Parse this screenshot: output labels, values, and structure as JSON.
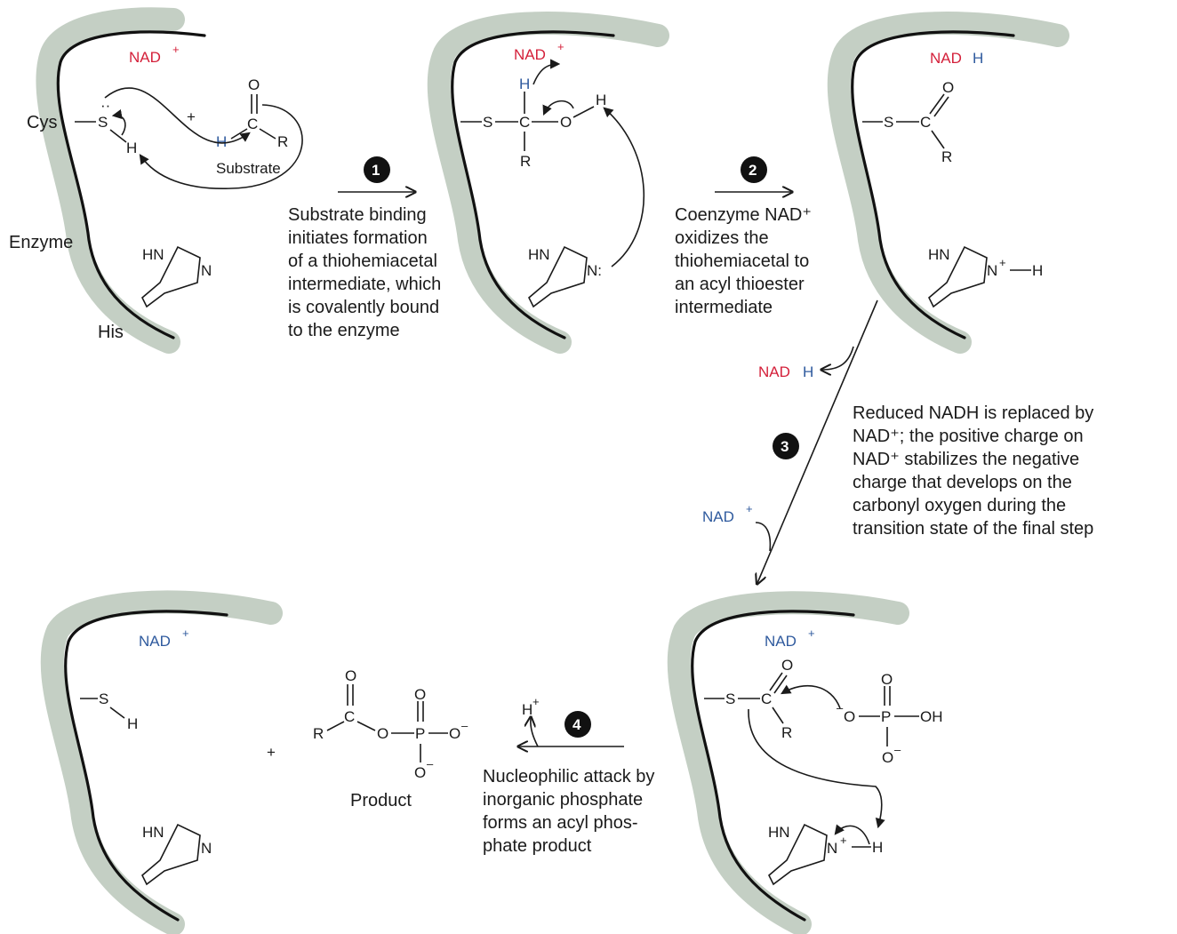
{
  "panel1": {
    "coenzyme": "NAD",
    "charge": "+",
    "cys_label": "Cys",
    "enzyme_label": "Enzyme",
    "his_label": "His",
    "substrate_label": "Substrate",
    "plus": "+",
    "atoms": {
      "S": "S",
      "H": "H",
      "O": "O",
      "C": "C",
      "R": "R",
      "Hsub": "H",
      "HN": "HN",
      "N": "N"
    }
  },
  "panel2": {
    "coenzyme": "NAD",
    "charge": "+",
    "atoms": {
      "S": "S",
      "C": "C",
      "O": "O",
      "H_top": "H",
      "H_oh": "H",
      "R": "R",
      "HN": "HN",
      "N": "N:"
    }
  },
  "panel3": {
    "coenzyme_nad": "NAD",
    "coenzyme_h": "H",
    "atoms": {
      "S": "S",
      "C": "C",
      "O": "O",
      "R": "R",
      "HN": "HN",
      "N": "N",
      "charge": "+",
      "H": "H"
    }
  },
  "panel4": {
    "coenzyme": "NAD",
    "charge": "+",
    "atoms": {
      "S": "S",
      "C": "C",
      "O": "O",
      "R": "R",
      "HN": "HN",
      "N": "N",
      "charge_n": "+",
      "H": "H",
      "phosphate_O_minus": "O",
      "P": "P",
      "OH": "OH",
      "O_bottom": "O",
      "minus": "–"
    }
  },
  "panel5": {
    "coenzyme": "NAD",
    "charge": "+",
    "atoms": {
      "S": "S",
      "H": "H",
      "HN": "HN",
      "N": "N"
    }
  },
  "product": {
    "label": "Product",
    "plus": "+",
    "atoms": {
      "O_carbonyl": "O",
      "C": "C",
      "R": "R",
      "O_bridge": "O",
      "P": "P",
      "O_top": "O",
      "O_right": "O",
      "O_bottom": "O",
      "minus": "–"
    }
  },
  "steps": [
    {
      "number": "1",
      "lines": [
        "Substrate binding",
        "initiates formation",
        "of a thiohemiacetal",
        "intermediate, which",
        "is covalently bound",
        "to the enzyme"
      ]
    },
    {
      "number": "2",
      "lines": [
        "Coenzyme NAD⁺",
        "oxidizes the",
        "thiohemiacetal to",
        "an acyl thioester",
        "intermediate"
      ]
    },
    {
      "number": "3",
      "lines": [
        "Reduced NADH is replaced by",
        "NAD⁺; the positive charge on",
        "NAD⁺ stabilizes the negative",
        "charge that develops on the",
        "carbonyl oxygen during the",
        "transition state of the final step"
      ]
    },
    {
      "number": "4",
      "lines": [
        "Nucleophilic attack by",
        "inorganic phosphate",
        "forms an acyl phos-",
        "phate product"
      ]
    }
  ],
  "exchange": {
    "out_nad": "NAD",
    "out_h": "H",
    "in_nad": "NAD",
    "in_charge": "+",
    "proton": "H",
    "proton_charge": "+"
  },
  "colors": {
    "red": "#d4203a",
    "blue": "#2f5a9e",
    "wall": "#c4cfc4"
  }
}
